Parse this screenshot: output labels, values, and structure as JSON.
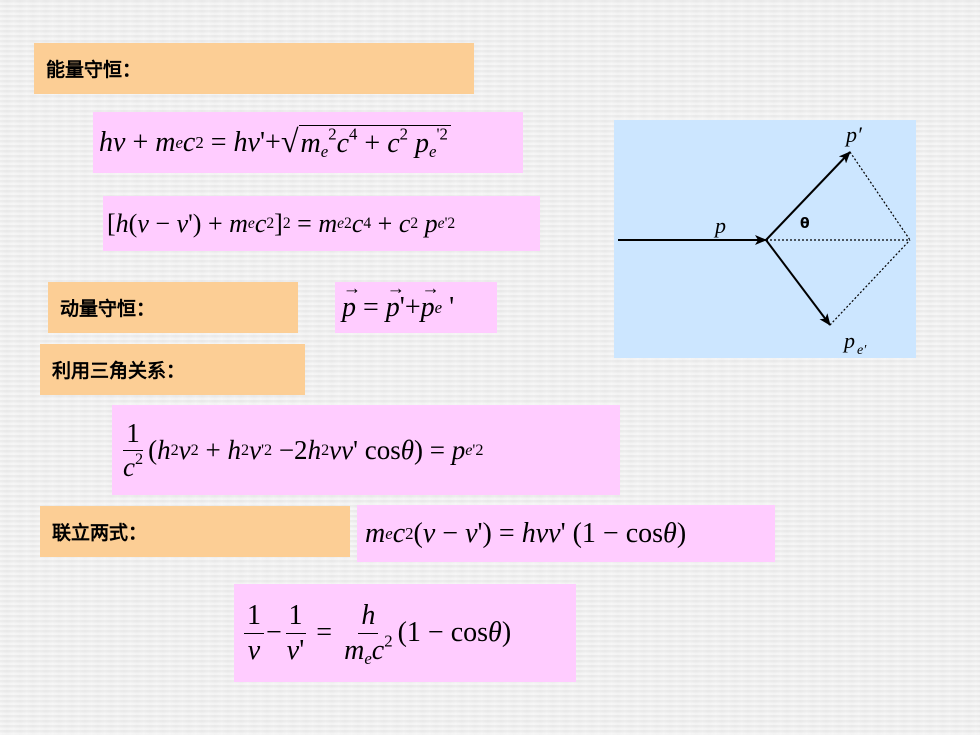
{
  "labels": {
    "energy": "能量守恒：",
    "momentum": "动量守恒：",
    "triangle": "利用三角关系：",
    "combine": "联立两式："
  },
  "diagram": {
    "p": "p",
    "p_prime": "p′",
    "pe": "p",
    "pe_sub": "e′",
    "theta": "θ"
  },
  "colors": {
    "label_bg": "#fcce95",
    "equation_bg": "#ffccff",
    "diagram_bg": "#cce6ff"
  }
}
